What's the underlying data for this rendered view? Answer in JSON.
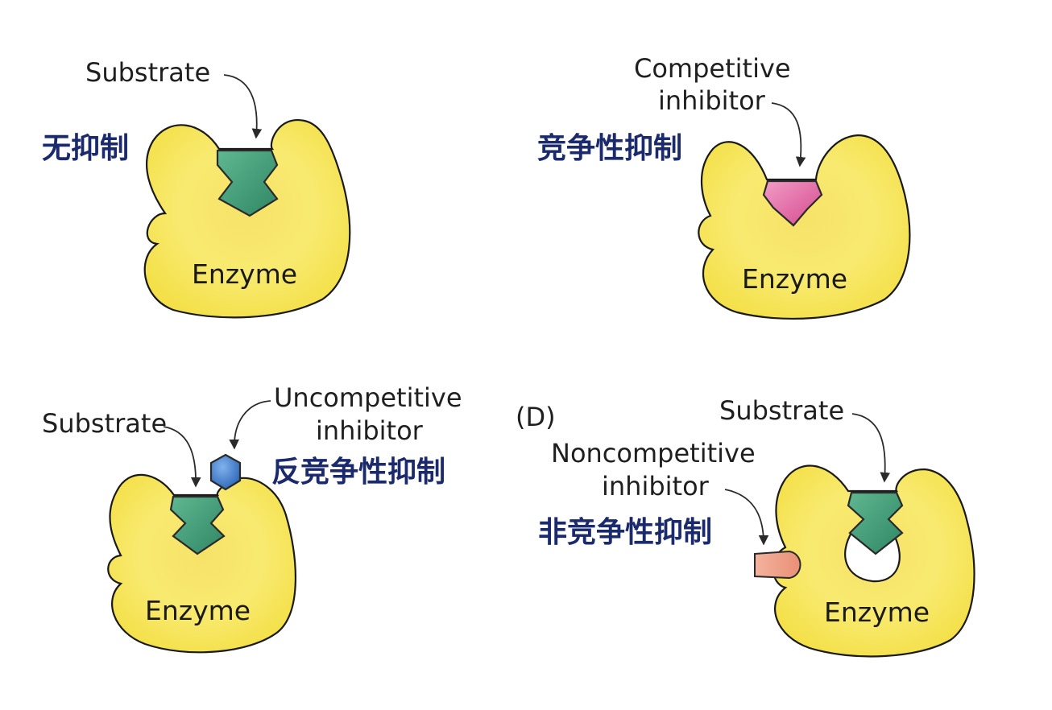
{
  "colors": {
    "enzyme": "#f6e55e",
    "enzyme_edge": "#1a1a1a",
    "substrate": "#3f9a78",
    "competitive_inhibitor": "#e06aa3",
    "uncompetitive_inhibitor": "#3a78c8",
    "noncompetitive_inhibitor": "#f1a48c",
    "chinese_label": "#1a2a6c"
  },
  "panels": {
    "no_inhibition": {
      "substrate_label": "Substrate",
      "enzyme_label": "Enzyme",
      "zh_label": "无抑制"
    },
    "competitive": {
      "inhibitor_label_line1": "Competitive",
      "inhibitor_label_line2": "inhibitor",
      "enzyme_label": "Enzyme",
      "zh_label": "竞争性抑制"
    },
    "uncompetitive": {
      "substrate_label": "Substrate",
      "inhibitor_label_line1": "Uncompetitive",
      "inhibitor_label_line2": "inhibitor",
      "enzyme_label": "Enzyme",
      "zh_label": "反竞争性抑制"
    },
    "noncompetitive": {
      "panel_letter": "(D)",
      "substrate_label": "Substrate",
      "inhibitor_label_line1": "Noncompetitive",
      "inhibitor_label_line2": "inhibitor",
      "enzyme_label": "Enzyme",
      "zh_label": "非竞争性抑制"
    }
  }
}
